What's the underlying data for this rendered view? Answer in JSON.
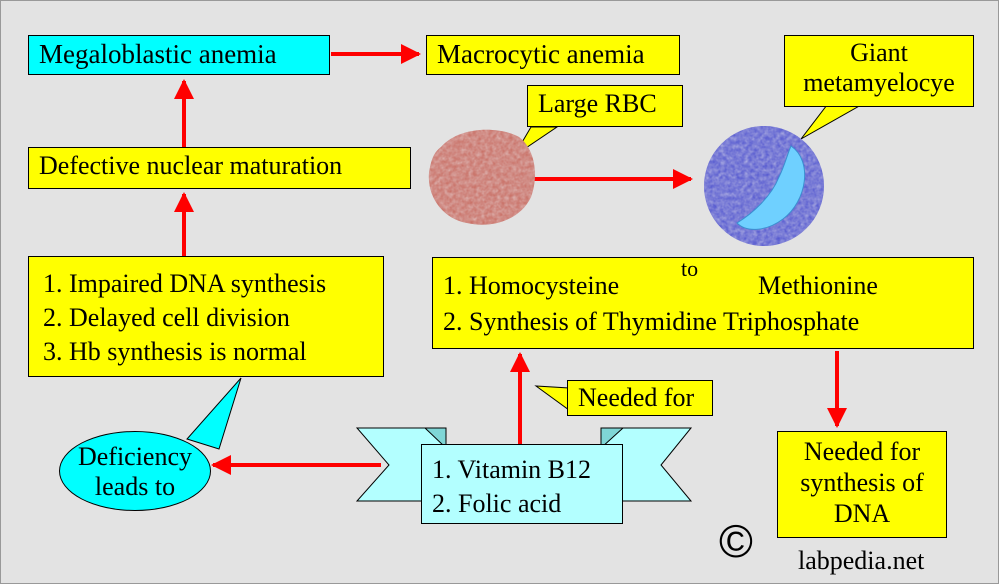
{
  "nodes": {
    "megaloblastic": "Megaloblastic anemia",
    "macrocytic": "Macrocytic anemia",
    "defective": "Defective nuclear maturation",
    "large_rbc": "Large RBC",
    "giant": [
      "Giant",
      "metamyelocye"
    ],
    "effects": [
      "1. Impaired DNA synthesis",
      "2. Delayed cell division",
      "3. Hb synthesis is normal"
    ],
    "functions": {
      "homocysteine": "1. Homocysteine",
      "to": "to",
      "methionine": "Methionine",
      "synthesis": "2. Synthesis of Thymidine Triphosphate"
    },
    "needed_for": "Needed for",
    "vitamins": [
      "1. Vitamin B12",
      "2. Folic acid"
    ],
    "deficiency": [
      "Deficiency",
      "leads to"
    ],
    "dna": [
      "Needed for",
      "synthesis of",
      "DNA"
    ]
  },
  "footer": {
    "copyright": "©",
    "site": "labpedia.net"
  },
  "colors": {
    "yellow_box": "#ffff00",
    "cyan_box": "#00ffff",
    "light_cyan": "#b3ffff",
    "arrow": "#ff0000",
    "background": "#e3e3e3",
    "rbc": "#c86a5e",
    "cell": "#4a4fcf",
    "nucleus": "#6fd0ff"
  }
}
